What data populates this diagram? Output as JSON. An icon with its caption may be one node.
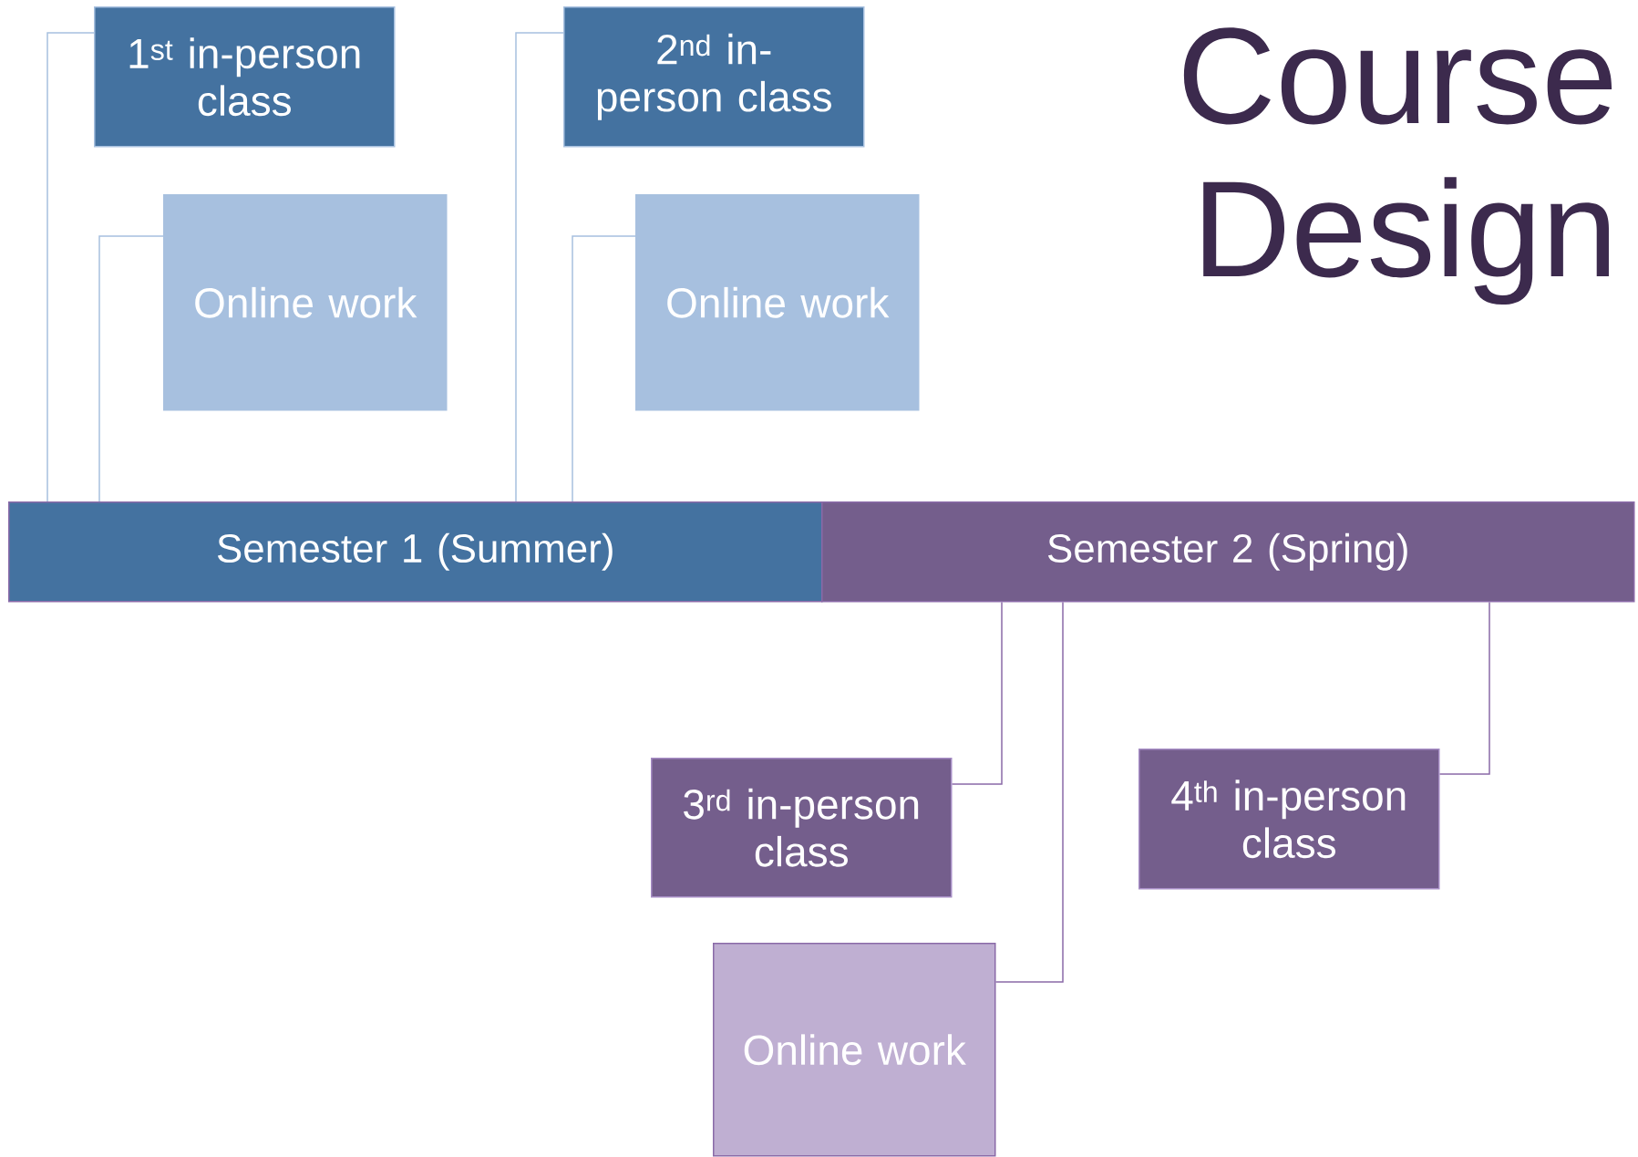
{
  "diagram": {
    "title": "Course Design",
    "nodes": [
      {
        "text": [
          "1$^{st}$ in-person class"
        ]
      },
      {
        "text": [
          "Online work"
        ]
      },
      {
        "text": [
          "2$^{nd}$ in-person class"
        ]
      },
      {
        "text": [
          "Online work"
        ]
      },
      {
        "text": [
          "Semester 1 (Summer)"
        ]
      },
      {
        "text": [
          "Semester 2 (Spring)"
        ]
      },
      {
        "text": [
          "3$^{rd}$ in-person class"
        ]
      },
      {
        "text": [
          "4$^{th}$ in-person class"
        ]
      },
      {
        "text": [
          "Online work"
        ]
      }
    ],
    "edges": [
      {
        "from": 4,
        "to": 0,
        "arrow": "none"
      },
      {
        "from": 4,
        "to": 1,
        "arrow": "none"
      },
      {
        "from": 4,
        "to": 2,
        "arrow": "none"
      },
      {
        "from": 4,
        "to": 3,
        "arrow": "none"
      },
      {
        "from": 5,
        "to": 6,
        "arrow": "none",
        "color": "#8a6aa8"
      },
      {
        "from": 5,
        "to": 8,
        "arrow": "none",
        "color": "#8a6aa8"
      },
      {
        "from": 5,
        "to": 7,
        "arrow": "none",
        "color": "#8a6aa8"
      }
    ]
  }
}
